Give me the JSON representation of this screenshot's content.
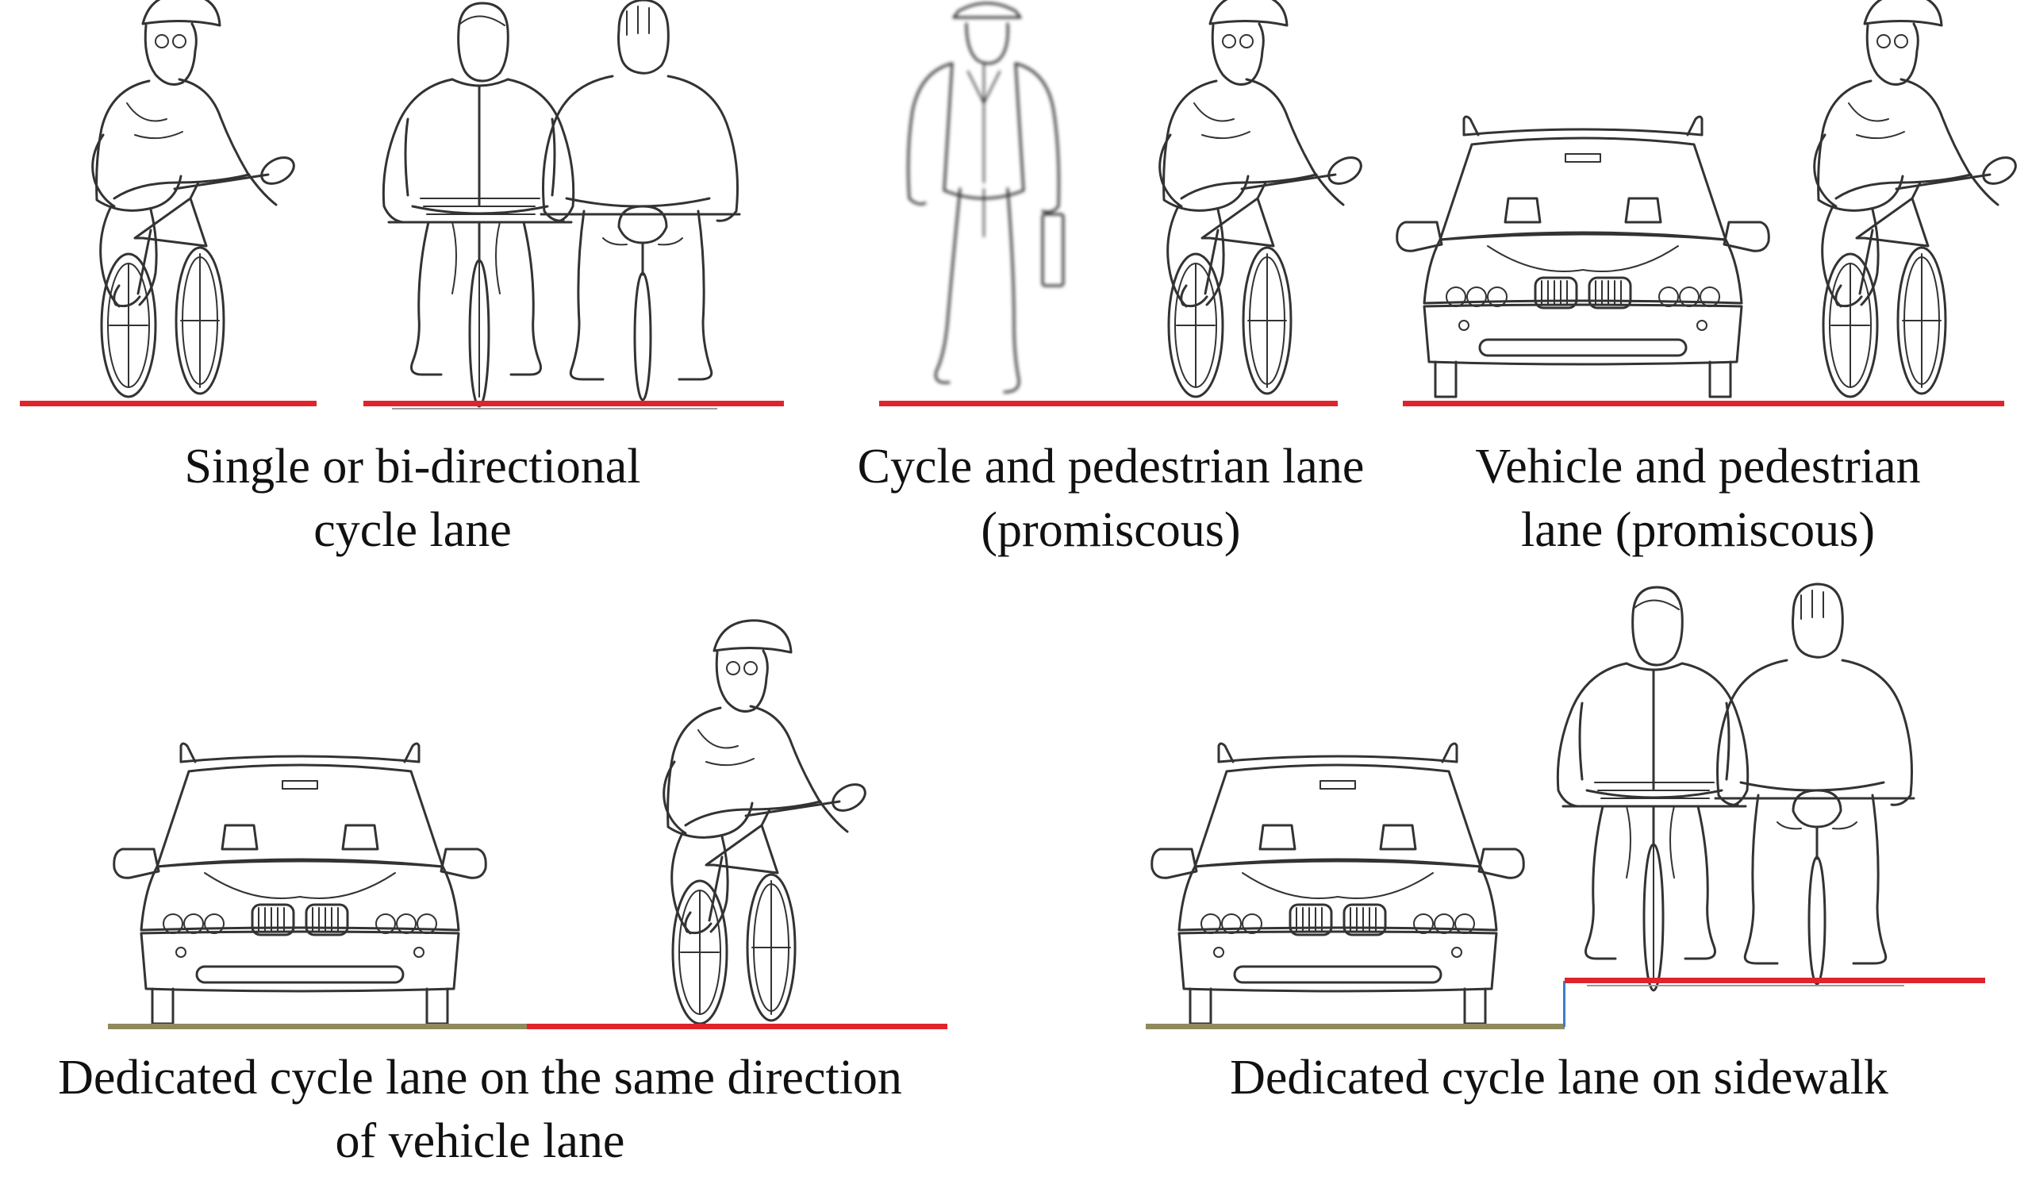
{
  "colors": {
    "cycle_lane": "#e0242b",
    "road_lane": "#8f8a5e",
    "curb": "#3a7fc2",
    "line_art": "#333333"
  },
  "panels": [
    {
      "id": "single-bidirectional",
      "caption_lines": [
        "Single or bi-directional",
        "cycle  lane"
      ]
    },
    {
      "id": "cycle-pedestrian",
      "caption_lines": [
        "Cycle and pedestrian lane",
        "(promiscous)"
      ]
    },
    {
      "id": "vehicle-pedestrian",
      "caption_lines": [
        "Vehicle and pedestrian",
        "lane (promiscous)"
      ]
    },
    {
      "id": "dedicated-same-direction",
      "caption_lines": [
        "Dedicated cycle  lane on the same direction",
        "of vehicle lane"
      ]
    },
    {
      "id": "dedicated-sidewalk",
      "caption_lines": [
        "Dedicated cycle  lane on sidewalk"
      ]
    }
  ],
  "figures": {
    "cyclist_side": "cyclist-icon",
    "cyclist_front": "cyclist-front-icon",
    "cyclist_back": "cyclist-back-icon",
    "pedestrian": "pedestrian-icon",
    "car_front": "car-icon"
  }
}
